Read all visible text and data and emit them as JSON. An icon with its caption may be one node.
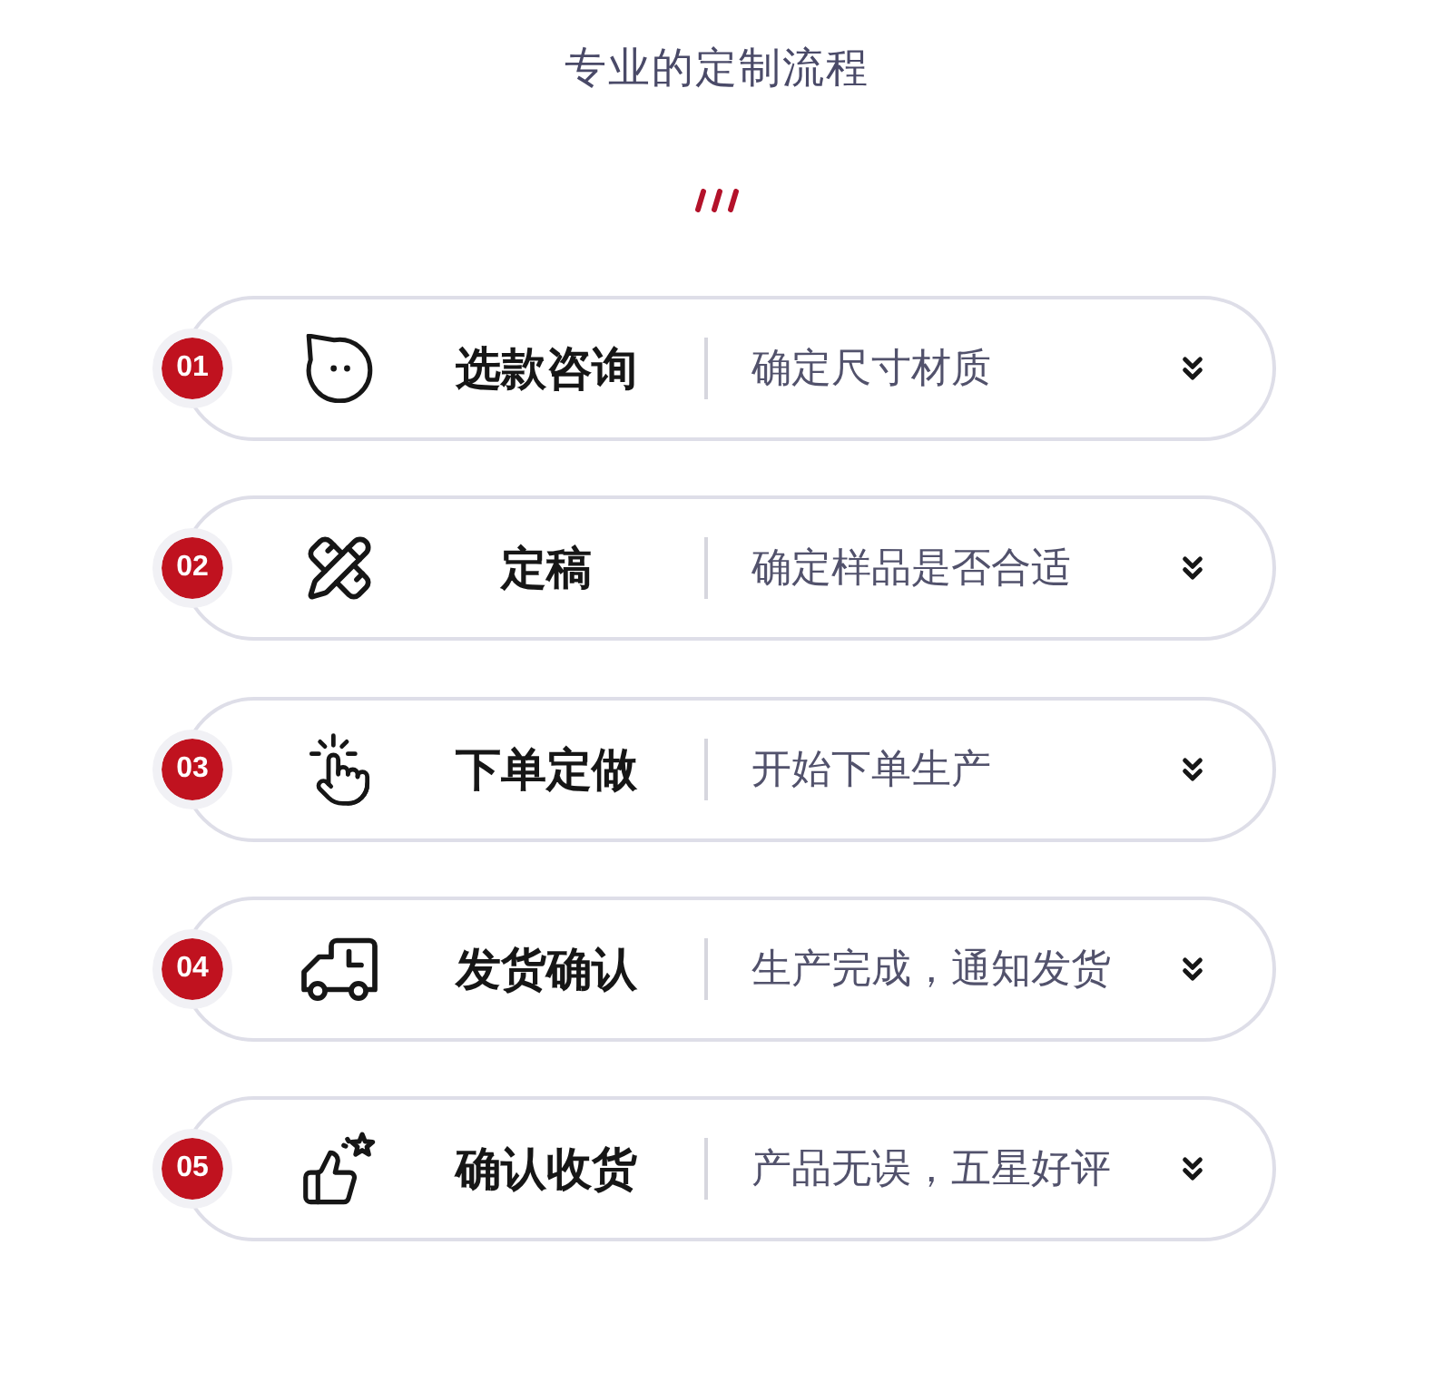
{
  "diagram": {
    "title": "专业的定制流程",
    "nodes": [
      {
        "text": [
          "01"
        ]
      },
      {
        "text": [
          "选款咨询",
          "确定尺寸材质"
        ]
      },
      {
        "text": [
          "02"
        ]
      },
      {
        "text": [
          "定稿",
          "确定样品是否合适"
        ]
      },
      {
        "text": [
          "03"
        ]
      },
      {
        "text": [
          "下单定做",
          "开始下单生产"
        ]
      },
      {
        "text": [
          "04"
        ]
      },
      {
        "text": [
          "发货确认",
          "生产完成，通知发货"
        ]
      },
      {
        "text": [
          "05"
        ]
      },
      {
        "text": [
          "确认收货",
          "产品无误，五星好评"
        ]
      }
    ]
  }
}
